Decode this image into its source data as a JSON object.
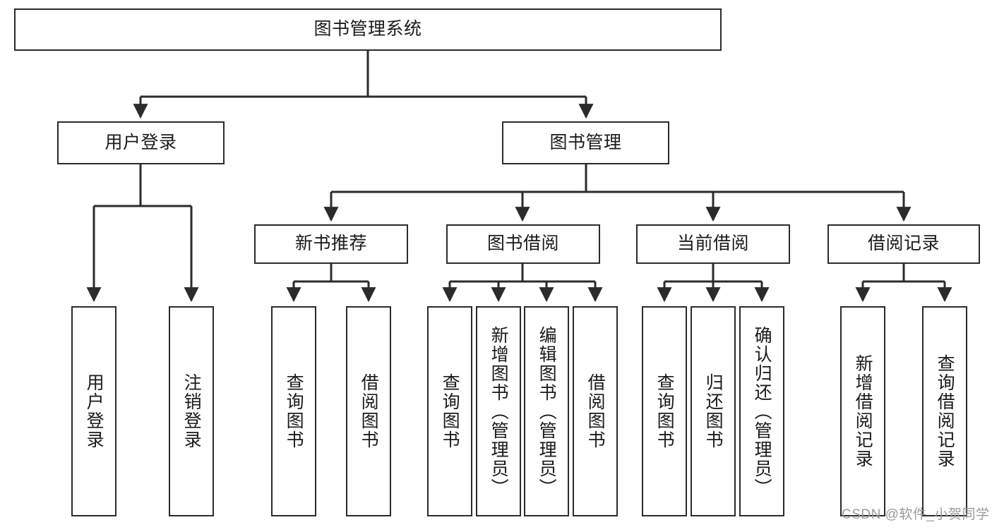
{
  "diagram": {
    "title": "图书管理系统",
    "type": "tree-hierarchy",
    "orientation": "top-down",
    "colors": {
      "box_border": "#2b2b2b",
      "box_fill": "#ffffff",
      "edge": "#2b2b2b",
      "text": "#1a1a1a",
      "watermark": "#9a9a9a",
      "background": "#ffffff"
    }
  },
  "nodes": {
    "root": {
      "label": "图书管理系统"
    },
    "level2": [
      {
        "id": "user-login",
        "label": "用户登录"
      },
      {
        "id": "book-manage",
        "label": "图书管理"
      }
    ],
    "level3": [
      {
        "id": "new-book-recommend",
        "label": "新书推荐"
      },
      {
        "id": "book-borrow",
        "label": "图书借阅"
      },
      {
        "id": "current-borrow",
        "label": "当前借阅"
      },
      {
        "id": "borrow-record",
        "label": "借阅记录"
      }
    ],
    "leaves": [
      {
        "id": "leaf-user-login",
        "label": "用户登录",
        "parent": "user-login"
      },
      {
        "id": "leaf-logout-login",
        "label": "注销登录",
        "parent": "user-login"
      },
      {
        "id": "leaf-query-book-1",
        "label": "查询图书",
        "parent": "new-book-recommend"
      },
      {
        "id": "leaf-borrow-book-1",
        "label": "借阅图书",
        "parent": "new-book-recommend"
      },
      {
        "id": "leaf-query-book-2",
        "label": "查询图书",
        "parent": "book-borrow"
      },
      {
        "id": "leaf-add-book",
        "label": "新增图书（管理员）",
        "parent": "book-borrow"
      },
      {
        "id": "leaf-edit-book",
        "label": "编辑图书（管理员）",
        "parent": "book-borrow"
      },
      {
        "id": "leaf-borrow-book-2",
        "label": "借阅图书",
        "parent": "book-borrow"
      },
      {
        "id": "leaf-query-book-3",
        "label": "查询图书",
        "parent": "current-borrow"
      },
      {
        "id": "leaf-return-book",
        "label": "归还图书",
        "parent": "current-borrow"
      },
      {
        "id": "leaf-confirm-return",
        "label": "确认归还（管理员）",
        "parent": "current-borrow"
      },
      {
        "id": "leaf-add-record",
        "label": "新增借阅记录",
        "parent": "borrow-record"
      },
      {
        "id": "leaf-query-record",
        "label": "查询借阅记录",
        "parent": "borrow-record"
      }
    ]
  },
  "watermark": {
    "text": "CSDN @软件_小贺同学"
  }
}
